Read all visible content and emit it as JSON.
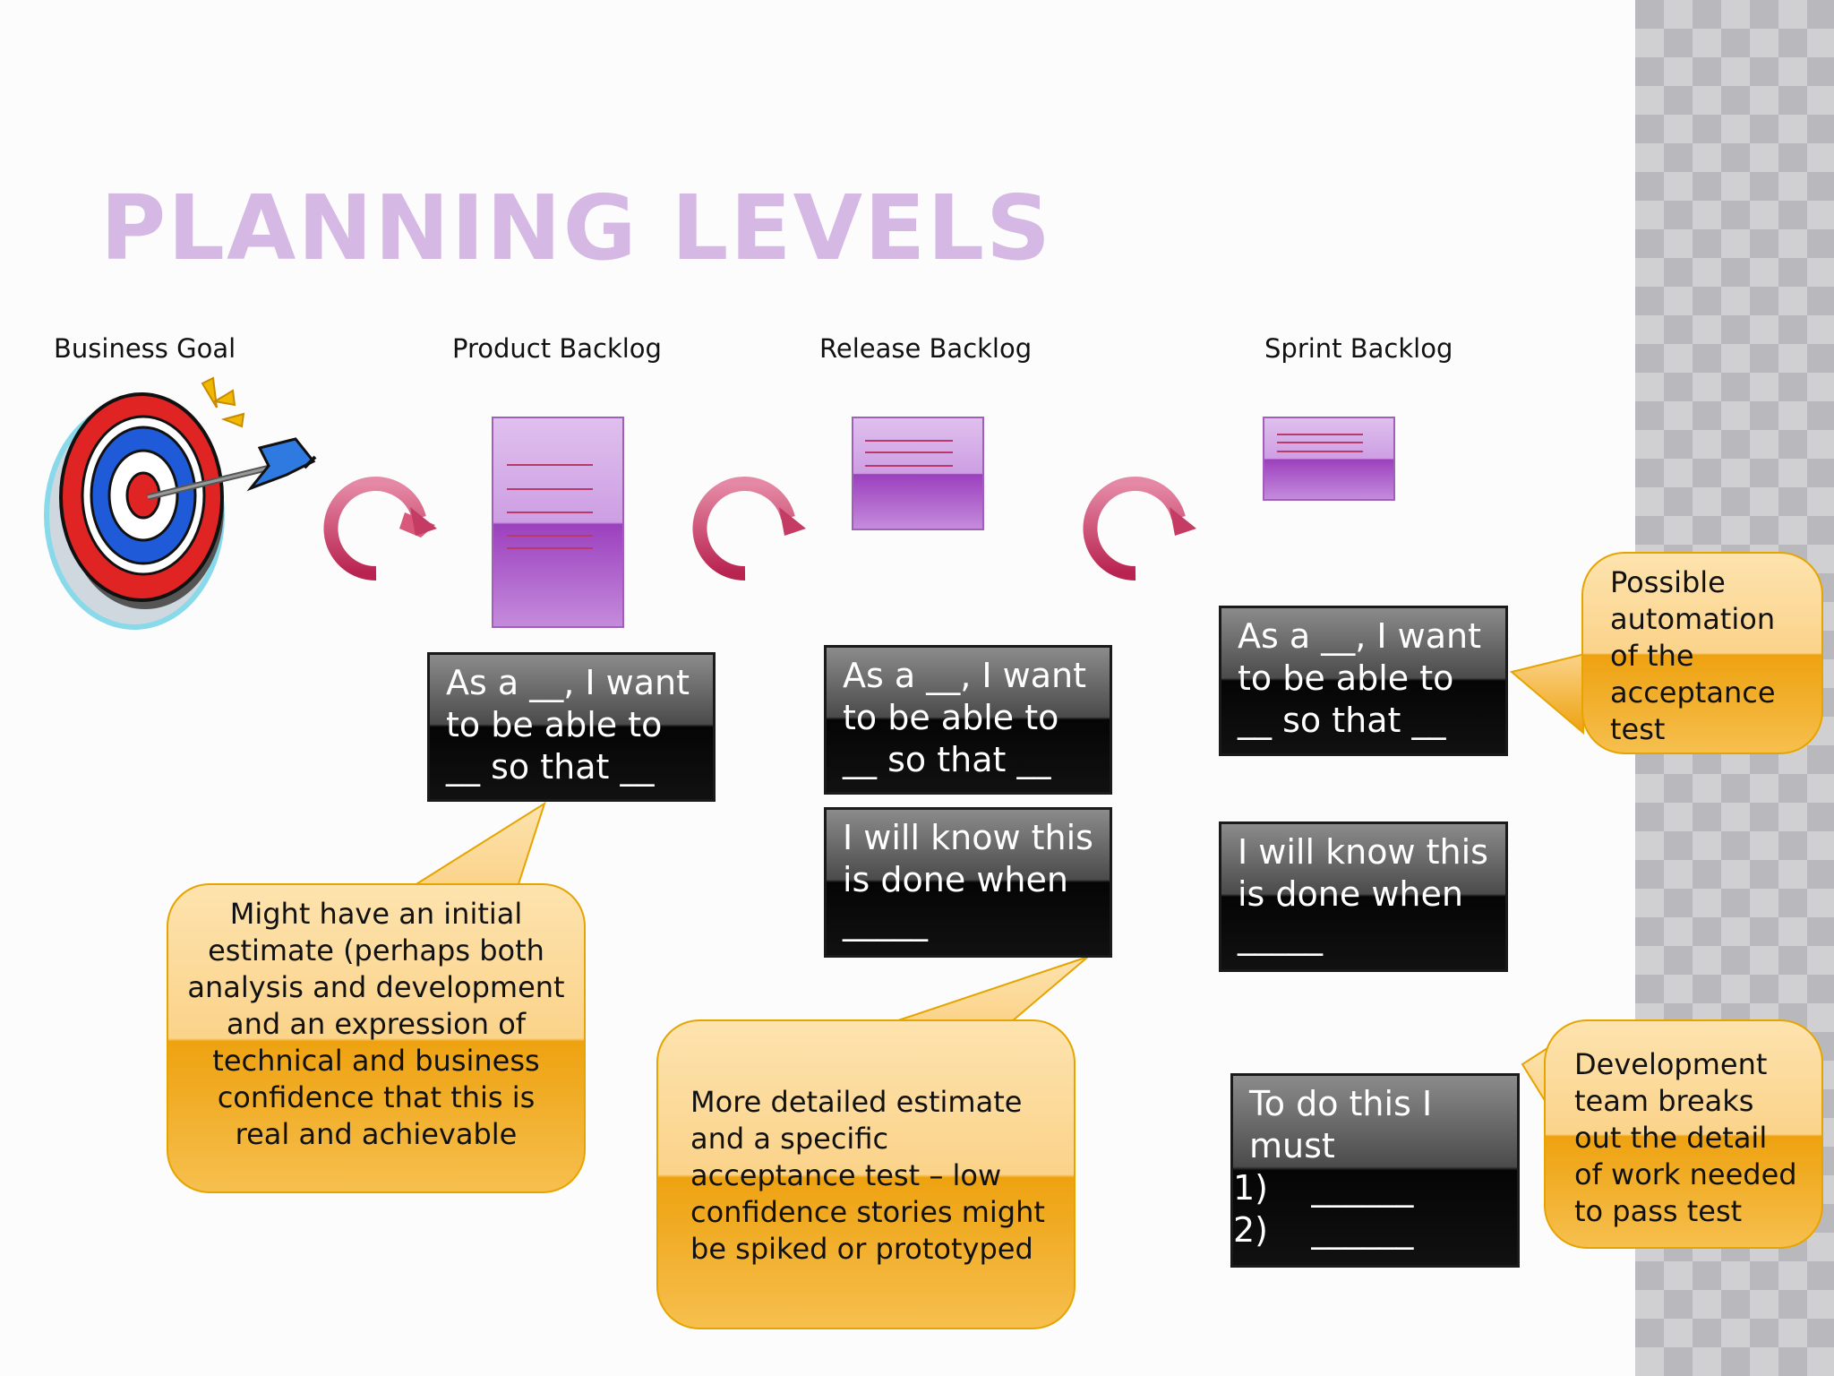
{
  "slide": {
    "title": "PLANNING LEVELS",
    "colors": {
      "title": "#d5b8e3",
      "card": "#111111",
      "callout": "#f5b93a",
      "doc": "#b36ad3",
      "arrow": "#c0395f"
    }
  },
  "columns": [
    {
      "label": "Business Goal",
      "icon": "target-icon"
    },
    {
      "label": "Product Backlog",
      "icon": "document-icon"
    },
    {
      "label": "Release Backlog",
      "icon": "document-icon"
    },
    {
      "label": "Sprint Backlog",
      "icon": "document-icon"
    }
  ],
  "cards": {
    "product_story": [
      "As a __, I want",
      "to be able to",
      "__ so that __"
    ],
    "release_story": [
      "As a __, I want",
      "to be able to",
      "__ so that __"
    ],
    "release_done": [
      "I will know this",
      "is done when",
      "_____"
    ],
    "sprint_story": [
      "As a __, I want",
      "to be able to",
      "__ so that __"
    ],
    "sprint_done": [
      "I will know this",
      "is done when",
      "_____"
    ],
    "sprint_todo": [
      "To do this I",
      "must",
      "1)    ______",
      "2)    ______"
    ]
  },
  "callouts": {
    "product": [
      "Might have an initial",
      "estimate (perhaps both",
      "analysis and development",
      "and an expression of",
      "technical and business",
      "confidence that this is",
      "real and achievable"
    ],
    "release": [
      "More detailed estimate",
      "and a specific",
      "acceptance test – low",
      "confidence stories might",
      "be spiked or prototyped"
    ],
    "automation": [
      "Possible",
      "automation",
      "of the",
      "acceptance",
      "test"
    ],
    "development": [
      "Development",
      "team breaks",
      "out the detail",
      "of work needed",
      "to pass test"
    ]
  }
}
